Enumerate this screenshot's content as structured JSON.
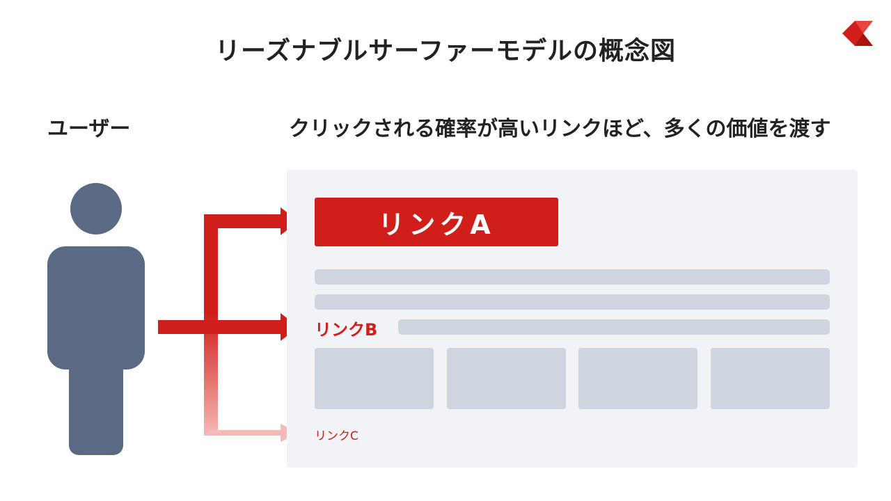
{
  "title": "リーズナブルサーファーモデルの概念図",
  "user_heading": "ユーザー",
  "page_heading": "クリックされる確率が高いリンクほど、多くの価値を渡す",
  "links": {
    "a": "リンクA",
    "b": "リンクB",
    "c": "リンクC"
  },
  "colors": {
    "accent": "#d01f1a",
    "figure": "#5a6a84",
    "page_bg": "#f2f3f7",
    "placeholder": "#cfd5df"
  },
  "icons": {
    "user": "person-icon",
    "logo": "brand-logo-icon"
  }
}
